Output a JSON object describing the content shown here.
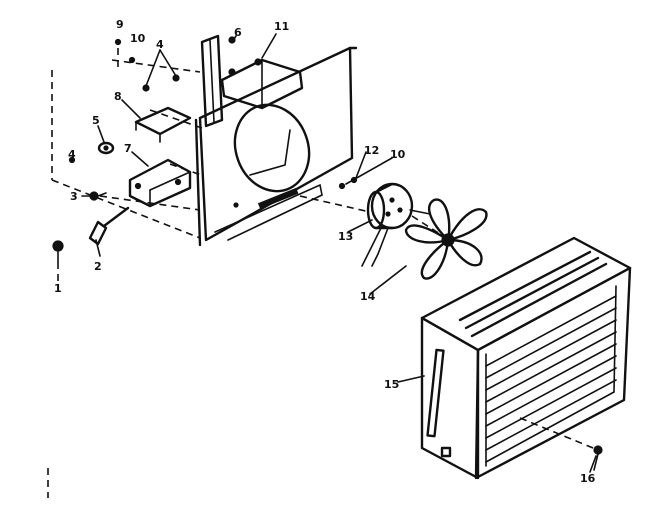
{
  "callouts": {
    "c1": "1",
    "c2": "2",
    "c3": "3",
    "c4a": "4",
    "c4b": "4",
    "c5": "5",
    "c6": "6",
    "c7": "7",
    "c8": "8",
    "c9": "9",
    "c10a": "10",
    "c10b": "10",
    "c11": "11",
    "c12": "12",
    "c13": "13",
    "c14": "14",
    "c15": "15",
    "c16": "16"
  },
  "parts": [
    {
      "number": "1"
    },
    {
      "number": "2"
    },
    {
      "number": "3"
    },
    {
      "number": "4"
    },
    {
      "number": "5"
    },
    {
      "number": "6"
    },
    {
      "number": "7"
    },
    {
      "number": "8"
    },
    {
      "number": "9"
    },
    {
      "number": "10"
    },
    {
      "number": "11"
    },
    {
      "number": "12"
    },
    {
      "number": "13"
    },
    {
      "number": "14"
    },
    {
      "number": "15"
    },
    {
      "number": "16"
    }
  ],
  "colors": {
    "ink": "#111111",
    "paper": "#ffffff"
  }
}
